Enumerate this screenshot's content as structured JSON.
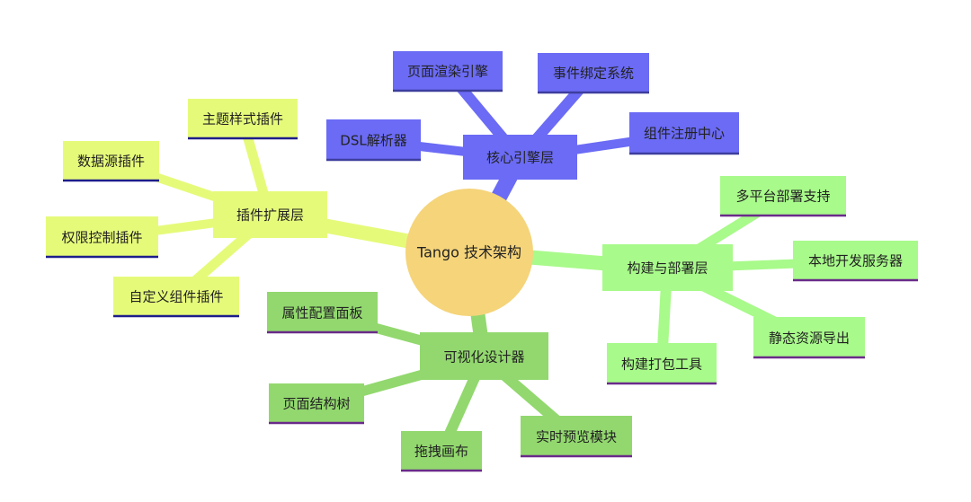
{
  "center": {
    "label": "Tango 技术架构",
    "color": "#f5d47a"
  },
  "branches": [
    {
      "key": "core",
      "label": "核心引擎层",
      "color": "#6b6bf5",
      "line_color": "#3d3d9e",
      "children": [
        "页面渲染引擎",
        "事件绑定系统",
        "DSL解析器",
        "组件注册中心"
      ]
    },
    {
      "key": "plugin",
      "label": "插件扩展层",
      "color": "#e6fa7a",
      "line_color": "#1d1d8a",
      "children": [
        "主题样式插件",
        "数据源插件",
        "权限控制插件",
        "自定义组件插件"
      ]
    },
    {
      "key": "build",
      "label": "构建与部署层",
      "color": "#a8fa8a",
      "line_color": "#6a2a8a",
      "children": [
        "多平台部署支持",
        "本地开发服务器",
        "静态资源导出",
        "构建打包工具"
      ]
    },
    {
      "key": "designer",
      "label": "可视化设计器",
      "color": "#92d86e",
      "line_color": "#6a2a8a",
      "children": [
        "属性配置面板",
        "页面结构树",
        "拖拽画布",
        "实时预览模块"
      ]
    }
  ]
}
